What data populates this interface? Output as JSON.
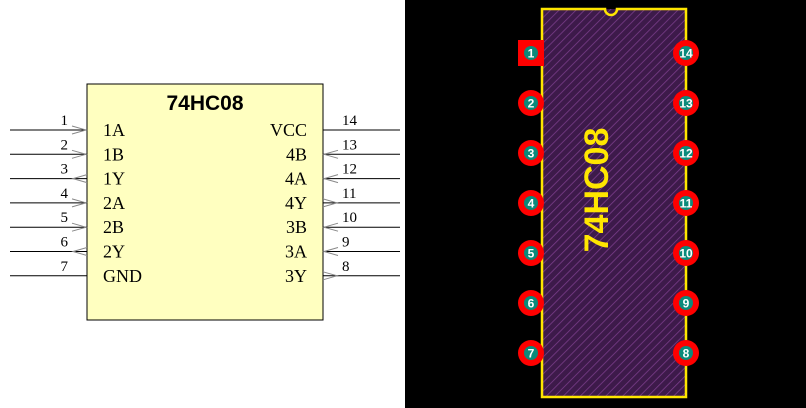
{
  "schematic": {
    "title": "74HC08",
    "left_pins": [
      {
        "num": "1",
        "name": "1A",
        "dir": "in"
      },
      {
        "num": "2",
        "name": "1B",
        "dir": "in"
      },
      {
        "num": "3",
        "name": "1Y",
        "dir": "out"
      },
      {
        "num": "4",
        "name": "2A",
        "dir": "in"
      },
      {
        "num": "5",
        "name": "2B",
        "dir": "in"
      },
      {
        "num": "6",
        "name": "2Y",
        "dir": "out"
      },
      {
        "num": "7",
        "name": "GND",
        "dir": "power"
      }
    ],
    "right_pins": [
      {
        "num": "14",
        "name": "VCC",
        "dir": "power"
      },
      {
        "num": "13",
        "name": "4B",
        "dir": "in"
      },
      {
        "num": "12",
        "name": "4A",
        "dir": "in"
      },
      {
        "num": "11",
        "name": "4Y",
        "dir": "out"
      },
      {
        "num": "10",
        "name": "3B",
        "dir": "in"
      },
      {
        "num": "9",
        "name": "3A",
        "dir": "in"
      },
      {
        "num": "8",
        "name": "3Y",
        "dir": "out"
      }
    ],
    "colors": {
      "body_fill": "#ffffc0",
      "body_stroke": "#000000"
    }
  },
  "footprint": {
    "silkscreen_label": "74HC08",
    "left_pads": [
      "1",
      "2",
      "3",
      "4",
      "5",
      "6",
      "7"
    ],
    "right_pads": [
      "14",
      "13",
      "12",
      "11",
      "10",
      "9",
      "8"
    ],
    "square_pad": "1",
    "colors": {
      "background": "#000000",
      "body_fill": "#3d1a4a",
      "body_hatch": "#7a3d8a",
      "silkscreen": "#ffe600",
      "pad": "#ff0000",
      "pad_hole": "#0b8a7a"
    }
  }
}
